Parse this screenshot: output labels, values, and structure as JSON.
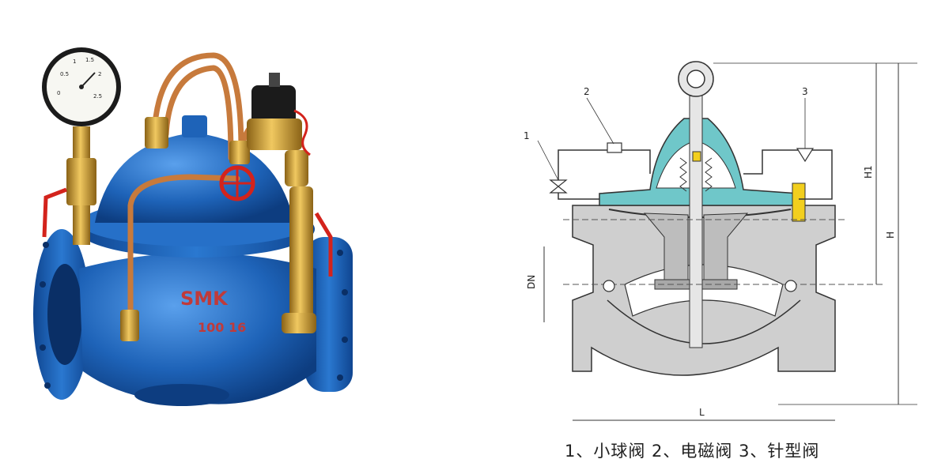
{
  "photo": {
    "brand": "SMK",
    "model_mark": "100 16",
    "gauge_scale": [
      "0",
      "0.5",
      "1",
      "1.5",
      "2",
      "2.5"
    ]
  },
  "drawing": {
    "callouts": [
      "1",
      "2",
      "3"
    ],
    "dims": {
      "dn": "DN",
      "length": "L",
      "height": "H",
      "height1": "H1"
    }
  },
  "caption": {
    "text": "1、小球阀  2、电磁阀  3、针型阀"
  },
  "colors": {
    "valve_blue": "#1e63b8",
    "brass": "#c8962e",
    "copper": "#c77a3c",
    "section_teal": "#6fc7c9",
    "section_gray": "#cfcfcf",
    "section_yellow": "#f2cf1e",
    "handwheel_red": "#d3231c"
  }
}
